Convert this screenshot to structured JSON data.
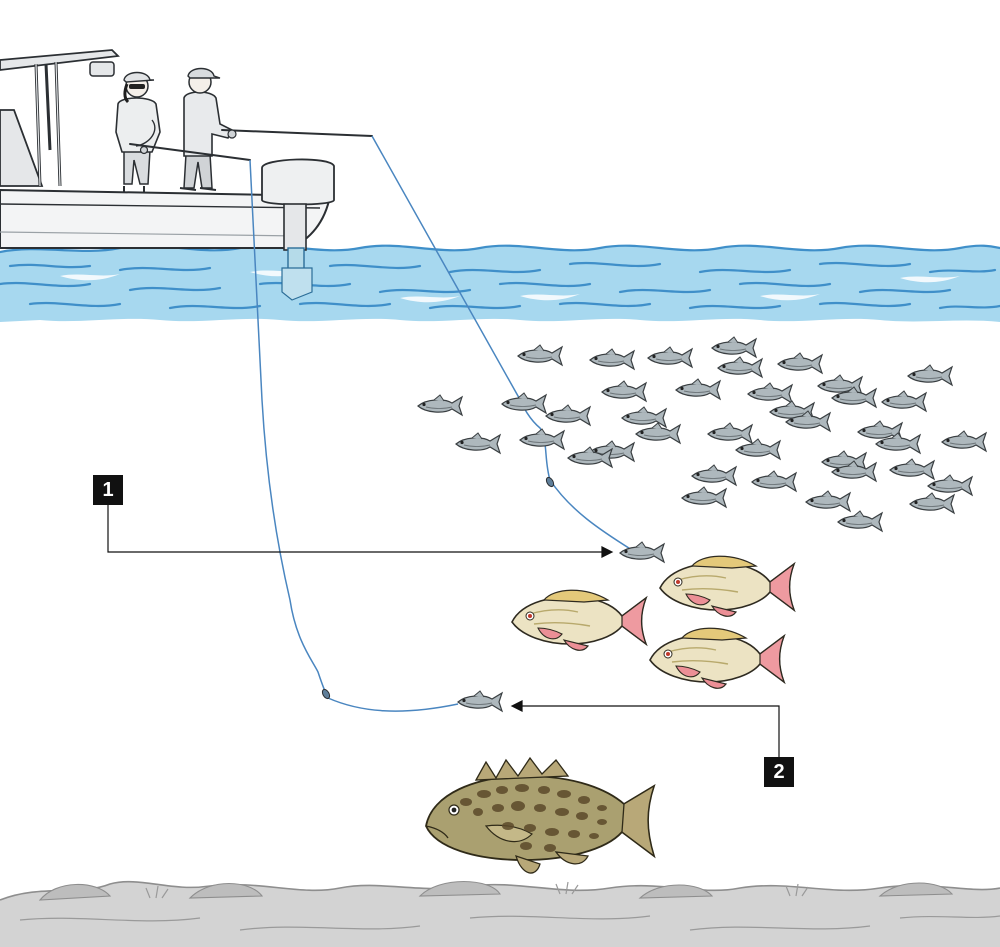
{
  "callouts": [
    {
      "id": "1",
      "label": "1"
    },
    {
      "id": "2",
      "label": "2"
    }
  ],
  "colors": {
    "water": "#9fd3ec",
    "water_dark": "#3f8fc9",
    "line": "#4a86c0",
    "bait": "#a9b3b8",
    "snapper_body": "#e9e0bf",
    "snapper_fin": "#e98a92",
    "grouper_body": "#a89f72",
    "grouper_spots": "#5a4a2c",
    "seabed": "#c9c9c9",
    "callout_box": "#111111"
  }
}
